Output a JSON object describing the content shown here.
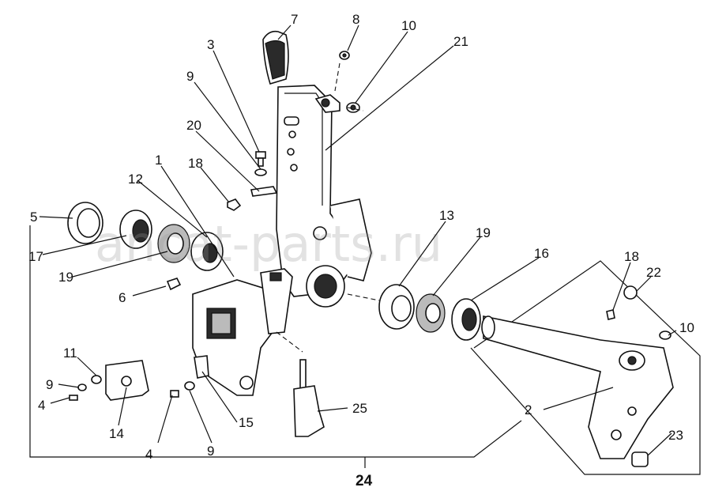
{
  "diagram": {
    "callouts": [
      {
        "id": "c7",
        "label": "7"
      },
      {
        "id": "c8",
        "label": "8"
      },
      {
        "id": "c10a",
        "label": "10"
      },
      {
        "id": "c21",
        "label": "21"
      },
      {
        "id": "c3",
        "label": "3"
      },
      {
        "id": "c9a",
        "label": "9"
      },
      {
        "id": "c20",
        "label": "20"
      },
      {
        "id": "c1",
        "label": "1"
      },
      {
        "id": "c18a",
        "label": "18"
      },
      {
        "id": "c12",
        "label": "12"
      },
      {
        "id": "c5",
        "label": "5"
      },
      {
        "id": "c17",
        "label": "17"
      },
      {
        "id": "c19a",
        "label": "19"
      },
      {
        "id": "c6",
        "label": "6"
      },
      {
        "id": "c13",
        "label": "13"
      },
      {
        "id": "c19b",
        "label": "19"
      },
      {
        "id": "c16",
        "label": "16"
      },
      {
        "id": "c18b",
        "label": "18"
      },
      {
        "id": "c22",
        "label": "22"
      },
      {
        "id": "c10b",
        "label": "10"
      },
      {
        "id": "c11",
        "label": "11"
      },
      {
        "id": "c9b",
        "label": "9"
      },
      {
        "id": "c4a",
        "label": "4"
      },
      {
        "id": "c14",
        "label": "14"
      },
      {
        "id": "c25",
        "label": "25"
      },
      {
        "id": "c15",
        "label": "15"
      },
      {
        "id": "c4b",
        "label": "4"
      },
      {
        "id": "c9c",
        "label": "9"
      },
      {
        "id": "c2",
        "label": "2"
      },
      {
        "id": "c23",
        "label": "23"
      },
      {
        "id": "c24",
        "label": "24"
      }
    ],
    "watermark": "ancat-parts.ru"
  }
}
